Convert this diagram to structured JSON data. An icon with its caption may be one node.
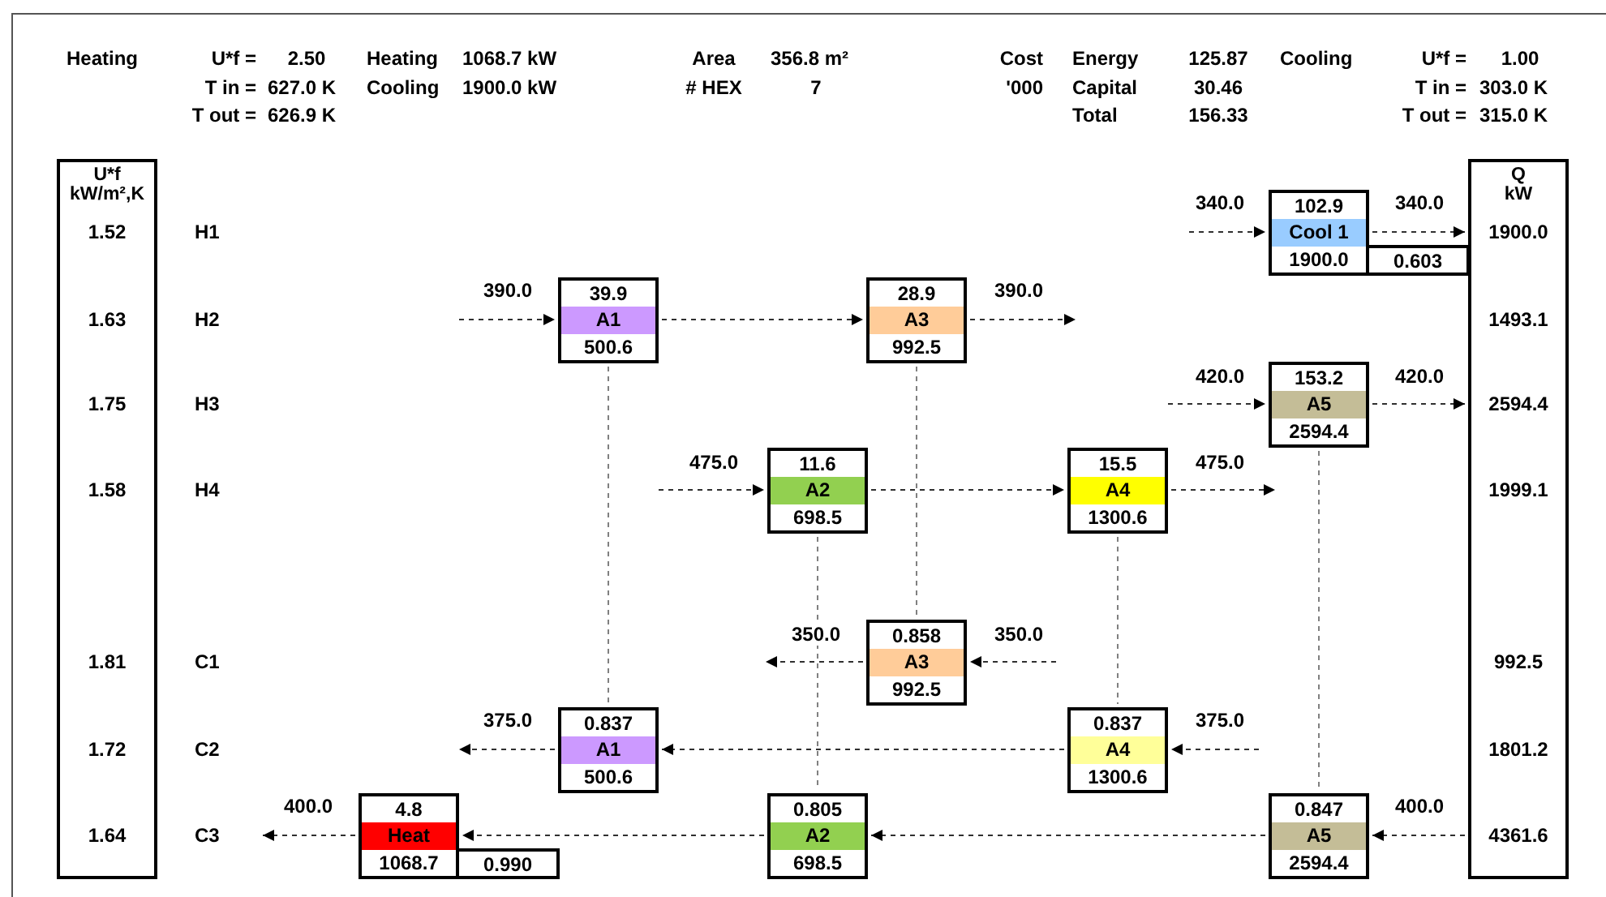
{
  "diagram": {
    "nodes": [
      {
        "text": [
          "U*f kW/m²,K",
          "1.52",
          "1.63",
          "1.75",
          "1.58",
          "1.81",
          "1.72",
          "1.64"
        ]
      },
      {
        "text": [
          "Q kW",
          "1900.0",
          "1493.1",
          "2594.4",
          "1999.1",
          "992.5",
          "1801.2",
          "4361.6"
        ]
      },
      {
        "text": [
          "102.9",
          "Cool 1",
          "1900.0",
          "0.603"
        ]
      },
      {
        "text": [
          "39.9",
          "A1",
          "500.6"
        ]
      },
      {
        "text": [
          "28.9",
          "A3",
          "992.5"
        ]
      },
      {
        "text": [
          "153.2",
          "A5",
          "2594.4"
        ]
      },
      {
        "text": [
          "11.6",
          "A2",
          "698.5"
        ]
      },
      {
        "text": [
          "15.5",
          "A4",
          "1300.6"
        ]
      },
      {
        "text": [
          "0.858",
          "A3",
          "992.5"
        ]
      },
      {
        "text": [
          "0.837",
          "A1",
          "500.6"
        ]
      },
      {
        "text": [
          "0.837",
          "A4",
          "1300.6"
        ]
      },
      {
        "text": [
          "4.8",
          "Heat",
          "1068.7",
          "0.990"
        ]
      },
      {
        "text": [
          "0.805",
          "A2",
          "698.5"
        ]
      },
      {
        "text": [
          "0.847",
          "A5",
          "2594.4"
        ]
      }
    ],
    "edges": [
      {
        "from": null,
        "to": 2,
        "arrow": "to",
        "label": "340.0",
        "style": "dashed"
      },
      {
        "from": 2,
        "to": 1,
        "arrow": "to",
        "label": "340.0",
        "style": "dashed"
      },
      {
        "from": null,
        "to": 3,
        "arrow": "to",
        "label": "390.0",
        "style": "dashed"
      },
      {
        "from": 3,
        "to": 4,
        "arrow": "to",
        "style": "dashed"
      },
      {
        "from": 4,
        "to": null,
        "arrow": "to",
        "label": "390.0",
        "style": "dashed"
      },
      {
        "from": null,
        "to": 5,
        "arrow": "to",
        "label": "420.0",
        "style": "dashed"
      },
      {
        "from": 5,
        "to": 1,
        "arrow": "to",
        "label": "420.0",
        "style": "dashed"
      },
      {
        "from": null,
        "to": 6,
        "arrow": "to",
        "label": "475.0",
        "style": "dashed"
      },
      {
        "from": 6,
        "to": 7,
        "arrow": "to",
        "style": "dashed"
      },
      {
        "from": 7,
        "to": null,
        "arrow": "to",
        "label": "475.0",
        "style": "dashed"
      },
      {
        "from": null,
        "to": 8,
        "arrow": "to",
        "label": "350.0",
        "style": "dashed"
      },
      {
        "from": 8,
        "to": null,
        "arrow": "to",
        "label": "350.0",
        "style": "dashed"
      },
      {
        "from": null,
        "to": 10,
        "arrow": "to",
        "label": "375.0",
        "style": "dashed"
      },
      {
        "from": 10,
        "to": 9,
        "arrow": "to",
        "style": "dashed"
      },
      {
        "from": 9,
        "to": null,
        "arrow": "to",
        "label": "375.0",
        "style": "dashed"
      },
      {
        "from": 1,
        "to": 13,
        "arrow": "to",
        "label": "400.0",
        "style": "dashed"
      },
      {
        "from": 13,
        "to": 12,
        "arrow": "to",
        "style": "dashed"
      },
      {
        "from": 12,
        "to": 11,
        "arrow": "to",
        "style": "dashed"
      },
      {
        "from": 11,
        "to": null,
        "arrow": "to",
        "label": "400.0",
        "style": "dashed"
      },
      {
        "from": 3,
        "to": 9,
        "arrow": "none",
        "style": "dashed",
        "color": "#808080"
      },
      {
        "from": 6,
        "to": 12,
        "arrow": "none",
        "style": "dashed",
        "color": "#808080"
      },
      {
        "from": 4,
        "to": 8,
        "arrow": "none",
        "style": "dashed",
        "color": "#808080"
      },
      {
        "from": 7,
        "to": 10,
        "arrow": "none",
        "style": "dashed",
        "color": "#808080"
      },
      {
        "from": 5,
        "to": 13,
        "arrow": "none",
        "style": "dashed",
        "color": "#808080"
      }
    ],
    "labels": [
      "Heating",
      "U*f =",
      "2.50",
      "Heating",
      "1068.7 kW",
      "Area",
      "356.8 m²",
      "Cost",
      "Energy",
      "125.87",
      "Cooling",
      "U*f =",
      "1.00",
      "T in =",
      "627.0 K",
      "Cooling",
      "1900.0 kW",
      "# HEX",
      "7",
      "'000",
      "Capital",
      "30.46",
      "T in =",
      "303.0 K",
      "T out =",
      "626.9 K",
      "Total",
      "156.33",
      "T out =",
      "315.0 K",
      "H1",
      "H2",
      "H3",
      "H4",
      "C1",
      "C2",
      "C3"
    ]
  }
}
